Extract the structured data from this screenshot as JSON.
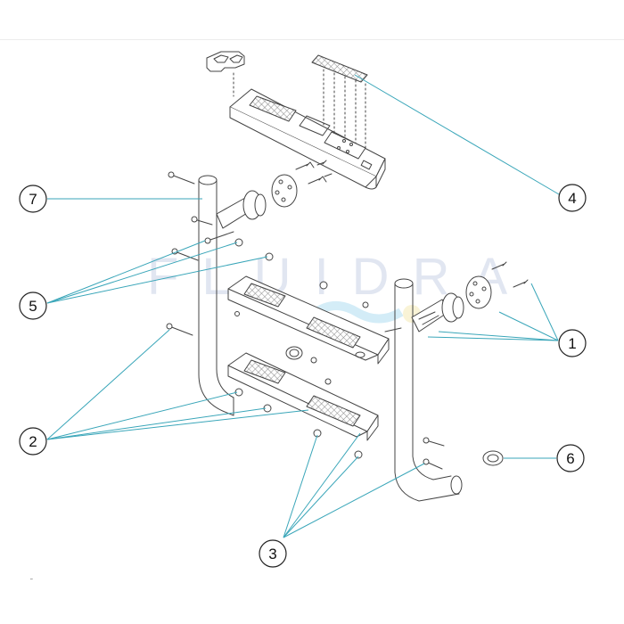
{
  "watermark": {
    "text": "FLUIDRA"
  },
  "colors": {
    "leader": "#3aa6b9",
    "outline": "#444444",
    "mesh": "#9a9a9a"
  },
  "callouts": [
    {
      "id": "1",
      "label": "1"
    },
    {
      "id": "2",
      "label": "2"
    },
    {
      "id": "3",
      "label": "3"
    },
    {
      "id": "4",
      "label": "4"
    },
    {
      "id": "5",
      "label": "5"
    },
    {
      "id": "6",
      "label": "6"
    },
    {
      "id": "7",
      "label": "7"
    }
  ],
  "footer": {
    "mark": "˜"
  }
}
